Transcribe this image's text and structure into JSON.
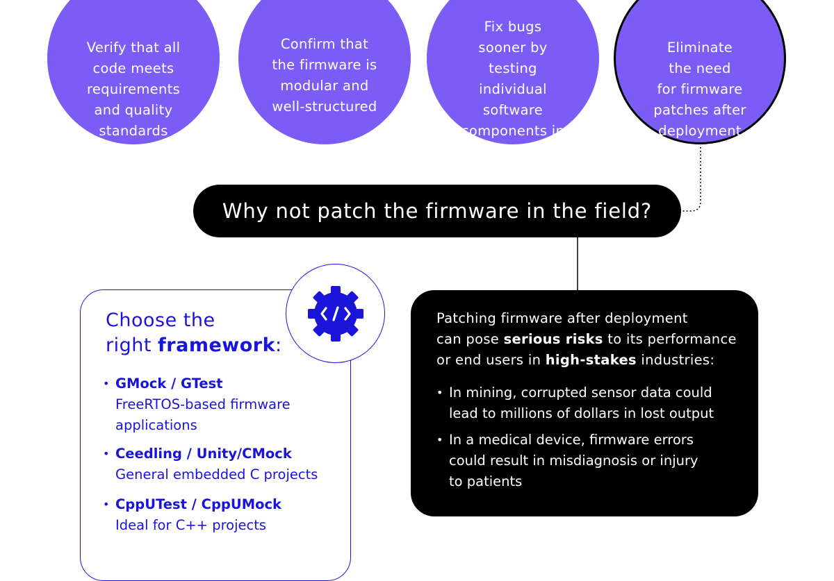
{
  "benefits": [
    {
      "text": "Verify that all\ncode meets\nrequirements\nand quality\nstandards"
    },
    {
      "text": "Confirm that\nthe firmware is\nmodular and\nwell-structured"
    },
    {
      "text": "Fix bugs\nsooner by testing\nindividual software\ncomponents in\nisolation"
    },
    {
      "text": "Eliminate\nthe need\nfor firmware\npatches after\ndeployment"
    }
  ],
  "question": "Why not patch the firmware in the field?",
  "framework": {
    "title_line1": "Choose the",
    "title_prefix": "right ",
    "title_bold": "framework",
    "title_suffix": ":",
    "icon": "code-gear-icon",
    "items": [
      {
        "name": "GMock / GTest",
        "desc": "FreeRTOS-based firmware\napplications"
      },
      {
        "name": "Ceedling / Unity/CMock",
        "desc": "General embedded C projects"
      },
      {
        "name": "CppUTest / CppUMock",
        "desc": "Ideal for C++ projects"
      }
    ]
  },
  "risks": {
    "intro_1": "Patching firmware after deployment",
    "intro_2a": "can pose ",
    "intro_2b": "serious risks",
    "intro_2c": " to its performance",
    "intro_3a": "or end users in ",
    "intro_3b": "high-stakes",
    "intro_3c": " industries:",
    "items": [
      {
        "text": "In mining, corrupted sensor data could\nlead to millions of dollars in lost output"
      },
      {
        "text": "In a medical device, firmware errors\ncould result in misdiagnosis or injury\nto patients"
      }
    ]
  },
  "colors": {
    "purple": "#7b5cf5",
    "blue": "#1a14d8",
    "black": "#000000"
  }
}
